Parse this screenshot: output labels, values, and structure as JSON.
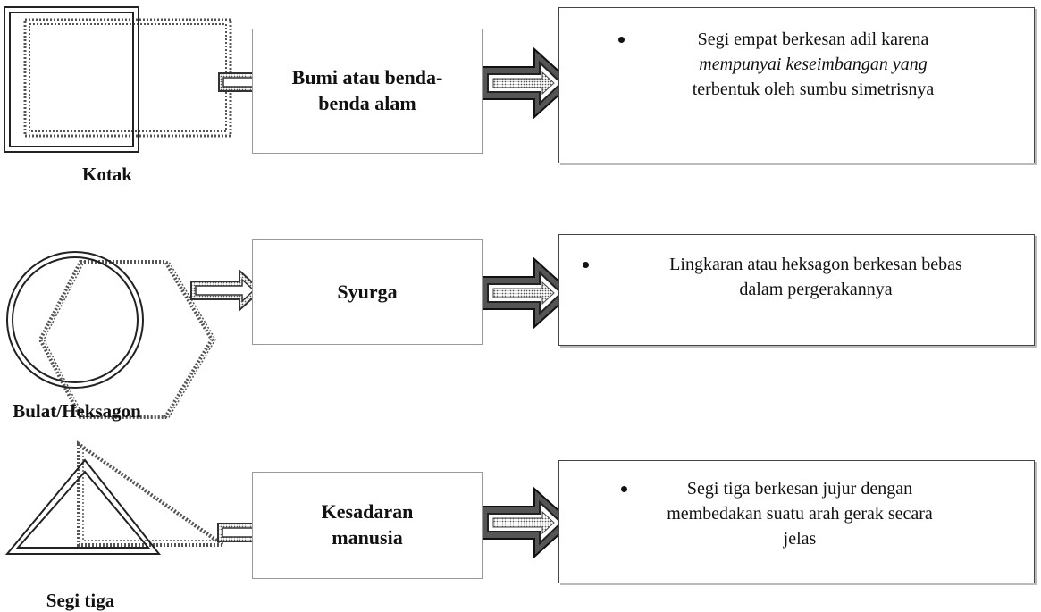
{
  "rows": [
    {
      "shape_label": "Kotak",
      "middle": "Bumi atau benda-\nbenda alam",
      "description": {
        "line1": "Segi empat berkesan adil karena",
        "line2": "mempunyai keseimbangan yang",
        "line3": "terbentuk oleh sumbu simetrisnya"
      }
    },
    {
      "shape_label": "Bulat/Heksagon",
      "middle": "Syurga",
      "description": {
        "line1": "Lingkaran atau heksagon berkesan bebas",
        "line2": "dalam pergerakannya"
      }
    },
    {
      "shape_label": "Segi tiga",
      "middle": "Kesadaran\nmanusia",
      "description": {
        "line1": "Segi tiga berkesan jujur dengan",
        "line2": "membedakan suatu arah gerak secara",
        "line3": "jelas"
      }
    }
  ]
}
